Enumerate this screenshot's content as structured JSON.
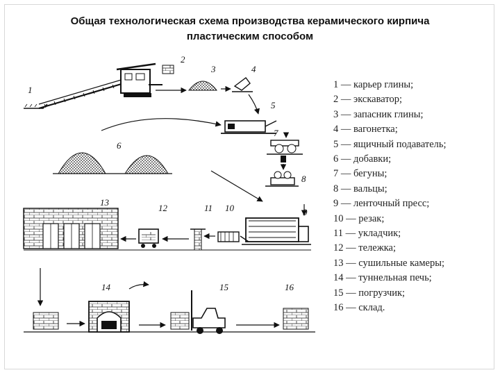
{
  "title": {
    "line1": "Общая технологическая схема производства керамического кирпича",
    "line2": "пластическим способом"
  },
  "callouts": [
    "1",
    "2",
    "3",
    "4",
    "5",
    "6",
    "7",
    "8",
    "9",
    "10",
    "11",
    "12",
    "13",
    "14",
    "15",
    "16"
  ],
  "legend": [
    {
      "num": "1",
      "text": "карьер глины;"
    },
    {
      "num": "2",
      "text": "экскаватор;"
    },
    {
      "num": "3",
      "text": "запасник глины;"
    },
    {
      "num": "4",
      "text": "вагонетка;"
    },
    {
      "num": "5",
      "text": "ящичный подаватель;"
    },
    {
      "num": "6",
      "text": "добавки;"
    },
    {
      "num": "7",
      "text": "бегуны;"
    },
    {
      "num": "8",
      "text": "вальцы;"
    },
    {
      "num": "9",
      "text": "ленточный пресс;"
    },
    {
      "num": "10",
      "text": "резак;"
    },
    {
      "num": "11",
      "text": "укладчик;"
    },
    {
      "num": "12",
      "text": "тележка;"
    },
    {
      "num": "13",
      "text": "сушильные камеры;"
    },
    {
      "num": "14",
      "text": "туннельная печь;"
    },
    {
      "num": "15",
      "text": "погрузчик;"
    },
    {
      "num": "16",
      "text": "склад."
    }
  ],
  "legend_separator": " — "
}
